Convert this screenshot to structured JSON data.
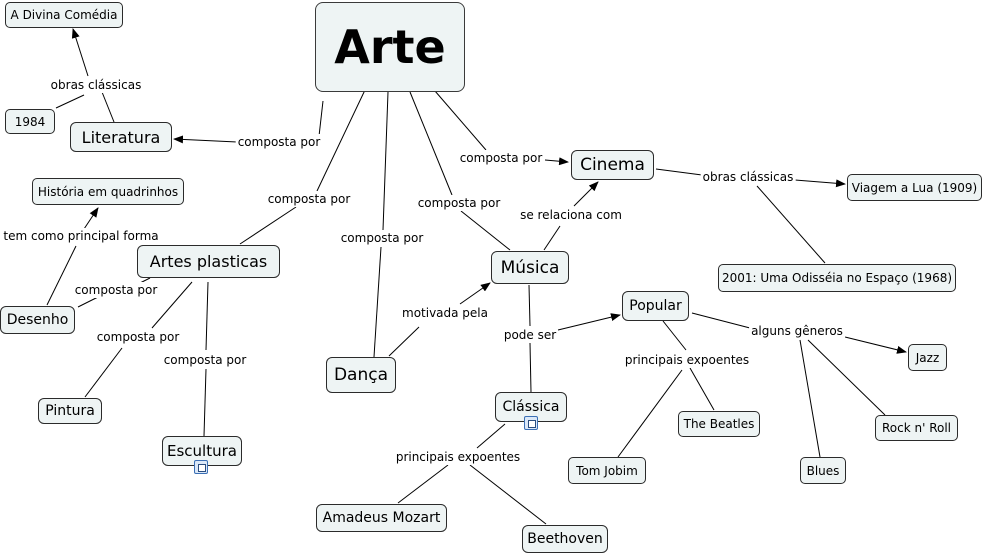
{
  "nodes": {
    "arte": "Arte",
    "literatura": "Literatura",
    "divina_comedia": "A Divina Comédia",
    "n1984": "1984",
    "artes_plasticas": "Artes plasticas",
    "historia_quadrinhos": "História em quadrinhos",
    "desenho": "Desenho",
    "pintura": "Pintura",
    "escultura": "Escultura",
    "danca": "Dança",
    "musica": "Música",
    "cinema": "Cinema",
    "viagem_lua": "Viagem a Lua (1909)",
    "odisseia": "2001: Uma Odisséia no Espaço (1968)",
    "popular": "Popular",
    "classica": "Clássica",
    "jazz": "Jazz",
    "rock": "Rock n' Roll",
    "blues": "Blues",
    "beatles": "The Beatles",
    "tom_jobim": "Tom Jobim",
    "mozart": "Amadeus Mozart",
    "beethoven": "Beethoven"
  },
  "links": {
    "obras_classicas_lit": "obras clássicas",
    "composta_por_lit": "composta por",
    "composta_por_artes": "composta por",
    "composta_por_danca": "composta por",
    "composta_por_musica": "composta por",
    "composta_por_cinema": "composta por",
    "tem_como_principal_forma": "tem como principal forma",
    "composta_por_desenho": "composta por",
    "composta_por_pintura": "composta por",
    "composta_por_escultura": "composta por",
    "se_relaciona_com": "se relaciona com",
    "motivada_pela": "motivada pela",
    "pode_ser": "pode ser",
    "obras_classicas_cin": "obras clássicas",
    "principais_expoentes_pop": "principais expoentes",
    "alguns_generos": "alguns gêneros",
    "principais_expoentes_cla": "principais expoentes"
  },
  "colors": {
    "node_fill": "#eef4f4",
    "node_border": "#2b2b2b",
    "line": "#000000"
  }
}
